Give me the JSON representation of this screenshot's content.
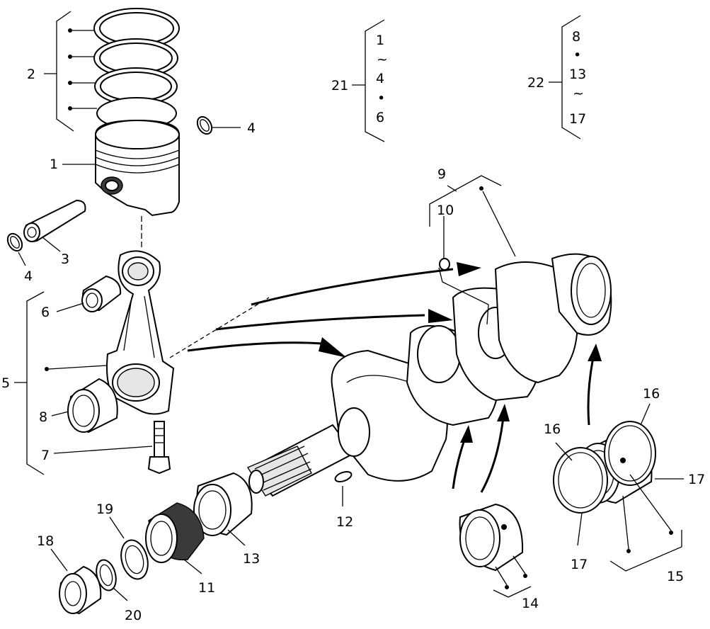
{
  "diagram": {
    "callouts": {
      "c1": "1",
      "c2": "2",
      "c3": "3",
      "c4a": "4",
      "c4b": "4",
      "c5": "5",
      "c6": "6",
      "c7": "7",
      "c8": "8",
      "c9": "9",
      "c10": "10",
      "c11": "11",
      "c12": "12",
      "c13": "13",
      "c14": "14",
      "c15": "15",
      "c16a": "16",
      "c16b": "16",
      "c17a": "17",
      "c17b": "17",
      "c18": "18",
      "c19": "19",
      "c20": "20",
      "c21": "21",
      "c22": "22"
    },
    "group21": {
      "items": [
        "1",
        "~",
        "4",
        "•",
        "6"
      ]
    },
    "group22": {
      "items": [
        "8",
        "•",
        "13",
        "~",
        "17"
      ]
    }
  }
}
